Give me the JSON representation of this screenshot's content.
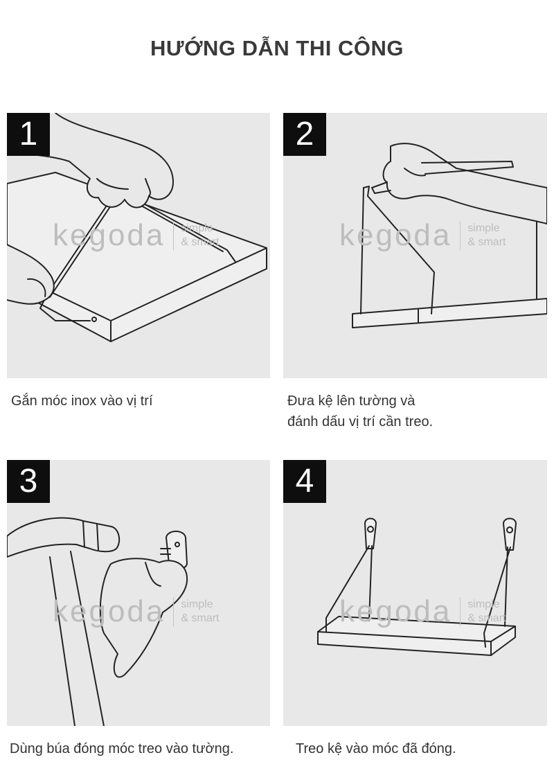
{
  "title": "HƯỚNG DẪN THI CÔNG",
  "watermark": {
    "logo": "kegoda",
    "tagline_1": "simple",
    "tagline_2": "& smart"
  },
  "steps": [
    {
      "number": "1",
      "caption_lines": [
        "Gắn móc inox vào vị trí"
      ]
    },
    {
      "number": "2",
      "caption_lines": [
        "Đưa kệ lên tường và",
        "đánh dấu vị trí cần treo."
      ]
    },
    {
      "number": "3",
      "caption_lines": [
        "Dùng búa đóng móc treo vào tường."
      ]
    },
    {
      "number": "4",
      "caption_lines": [
        "Treo kệ vào móc đã đóng."
      ]
    }
  ],
  "icons": [
    "hand-with-hook-illustration",
    "hand-with-pencil-illustration",
    "hammer-illustration",
    "hung-shelf-illustration"
  ]
}
